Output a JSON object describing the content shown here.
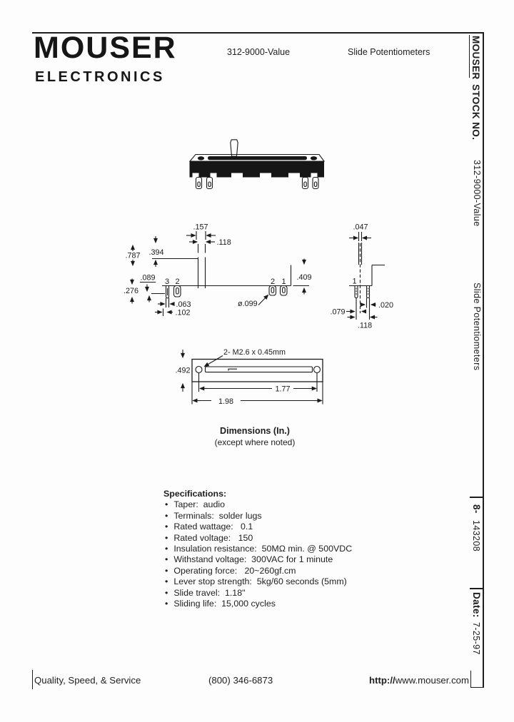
{
  "header": {
    "logo_line1": "MOUSER",
    "logo_line2": "ELECTRONICS",
    "part_number": "312-9000-Value",
    "product_title": "Slide Potentiometers"
  },
  "sidebar": {
    "stock_word1": "MOUSER",
    "stock_word2": "STOCK NO.",
    "part_number": "312-9000-Value",
    "product_title": "Slide Potentiometers",
    "stock_prefix": "8-",
    "stock_number": "143208",
    "date_label": "Date:",
    "date_value": "7-25-97"
  },
  "drawing": {
    "caption": {
      "title": "Dimensions (In.)",
      "note": "(except where noted)"
    },
    "front": {
      "dim_lever_top_width": ".157",
      "dim_lever_width": ".118",
      "dim_lever_height": ".394",
      "dim_total_height": ".787",
      "dim_shoulder": ".089",
      "dim_terminal_length": ".276",
      "dim_063": ".063",
      "dim_102": ".102",
      "dim_hole_diameter": "ø.099",
      "dim_body_height": ".409",
      "terminal_3": "3",
      "terminal_2_left": "2",
      "terminal_2_right": "2",
      "terminal_1_right": "1"
    },
    "end": {
      "dim_lever_thickness": ".047",
      "terminal_1": "1",
      "dim_lug_thickness": ".020",
      "dim_079": ".079",
      "dim_row_spacing": ".118"
    },
    "top": {
      "thread_callout": "2- M2.6 x 0.45mm",
      "dim_width": ".492",
      "dim_hole_spacing": "1.77",
      "dim_length": "1.98"
    }
  },
  "specs": {
    "title": "Specifications:",
    "bullet": "•",
    "items": [
      "Taper:  audio",
      "Terminals:  solder lugs",
      "Rated wattage:   0.1",
      "Rated voltage:   150",
      "Insulation resistance:  50MΩ min. @ 500VDC",
      "Withstand voltage:  300VAC for 1 minute",
      "Operating force:   20~260gf.cm",
      "Lever stop strength:  5kg/60 seconds (5mm)",
      "Slide travel:  1.18\"",
      "Sliding life:  15,000 cycles"
    ]
  },
  "footer": {
    "tagline": "Quality, Speed, & Service",
    "phone": "(800) 346-6873",
    "url_prefix": "http://",
    "url_rest": "www.mouser.com"
  }
}
